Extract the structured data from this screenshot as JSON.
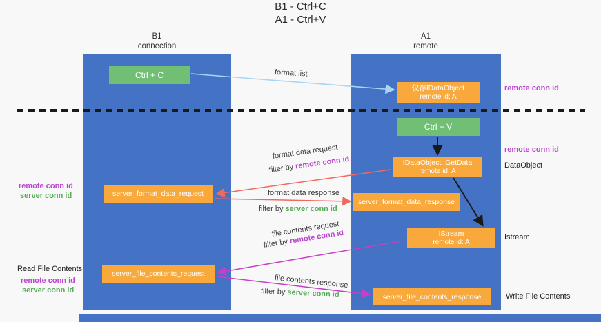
{
  "title": {
    "line1": "B1 - Ctrl+C",
    "line2": "A1 - Ctrl+V"
  },
  "columns": {
    "left": {
      "title": "B1",
      "subtitle": "connection"
    },
    "right": {
      "title": "A1",
      "subtitle": "remote"
    }
  },
  "nodes": {
    "ctrl_c": {
      "label": "Ctrl + C"
    },
    "idataobject": {
      "line1": "仅存IDataObject",
      "line2": "remote id: A"
    },
    "ctrl_v": {
      "label": "Ctrl + V"
    },
    "getdata": {
      "line1": "IDataObject::GetData",
      "line2": "remote id: A"
    },
    "format_request": {
      "label": "server_format_data_request"
    },
    "format_response": {
      "label": "server_format_data_response"
    },
    "istream": {
      "line1": "IStream",
      "line2": "remote id: A"
    },
    "file_request": {
      "label": "server_file_contents_request"
    },
    "file_response": {
      "label": "server_file_contents_response"
    }
  },
  "edges": {
    "format_list": "format list",
    "format_data_request": "format data request",
    "format_data_response": "format data response",
    "file_contents_request": "file contents request",
    "file_contents_response": "file contents response",
    "filter_by": "filter by ",
    "remote_conn_id": "remote conn id",
    "server_conn_id": "server conn id"
  },
  "annotations": {
    "right_remote_conn_top": "remote conn id",
    "right_remote_conn_mid": "remote conn id",
    "data_object": "DataObject",
    "istream": "Istream",
    "write_file_contents": "Write File Contents",
    "left_remote_conn_top": "remote conn id",
    "left_server_conn_top": "server conn id",
    "read_file_contents": "Read File Contents",
    "left_remote_conn_bottom": "remote conn id",
    "left_server_conn_bottom": "server conn id"
  },
  "colors": {
    "column_blue": "#4472c4",
    "node_green": "#71bf74",
    "node_orange": "#f9a93b",
    "arrow_blue": "#a8d6f2",
    "arrow_salmon": "#f0695f",
    "arrow_magenta": "#cb3ccb",
    "text_magenta": "#bb44d0",
    "text_green": "#56ab57"
  }
}
